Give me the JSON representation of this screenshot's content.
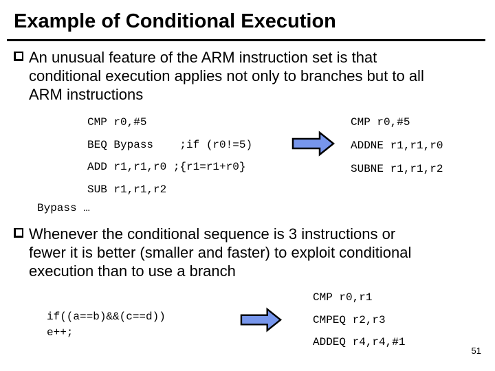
{
  "slide": {
    "title": "Example of Conditional Execution",
    "page_number": "51"
  },
  "bullets": [
    {
      "text": "An unusual feature of the ARM instruction set is that\nconditional execution applies not only to branches but to all\nARM instructions"
    },
    {
      "text": "Whenever the conditional sequence is 3 instructions or\nfewer it is better (smaller and faster) to exploit conditional\nexecution than to use a branch"
    }
  ],
  "example_1": {
    "branch_code": "CMP r0,#5\nBEQ Bypass    ;if (r0!=5)\nADD r1,r1,r0 ;{r1=r1+r0}\nSUB r1,r1,r2",
    "conditional_code": "CMP r0,#5\nADDNE r1,r1,r0\nSUBNE r1,r1,r2",
    "bypass_label": "Bypass …"
  },
  "example_2": {
    "c_code": "if((a==b)&&(c==d))\ne++;",
    "conditional_code": "CMP r0,r1\nCMPEQ r2,r3\nADDEQ r4,r4,#1"
  },
  "colors": {
    "arrow_fill": "#7796EC",
    "arrow_stroke": "#000000"
  }
}
